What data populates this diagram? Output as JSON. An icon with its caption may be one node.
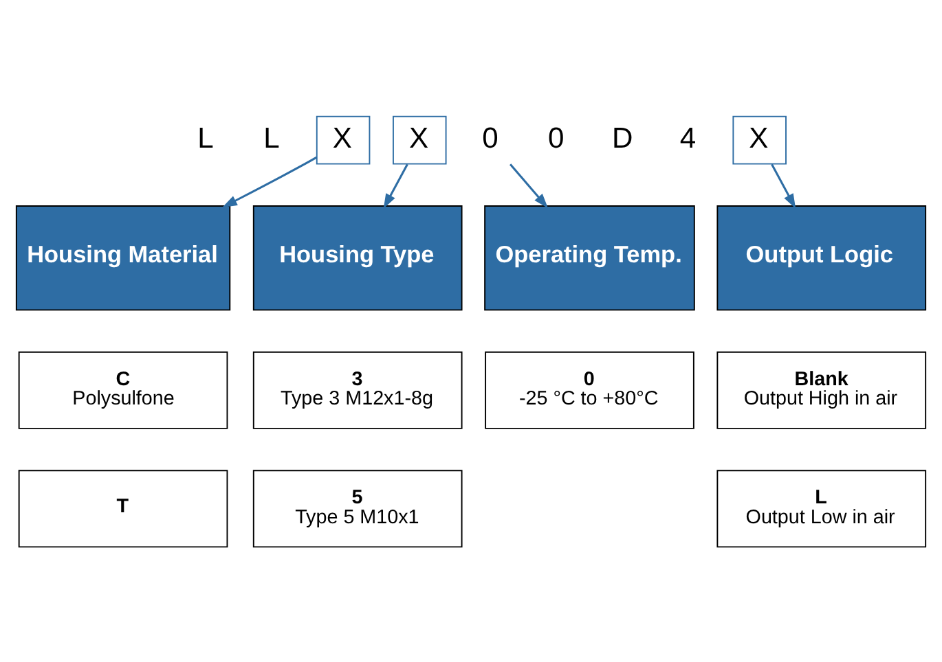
{
  "diagram": {
    "nodes": [
      {
        "text": [
          "X"
        ]
      },
      {
        "text": [
          "X"
        ]
      },
      {
        "text": [
          "0"
        ]
      },
      {
        "text": [
          "X"
        ]
      },
      {
        "text": [
          "Housing Material"
        ]
      },
      {
        "text": [
          "Housing Type"
        ]
      },
      {
        "text": [
          "Operating Temp."
        ]
      },
      {
        "text": [
          "Output Logic"
        ]
      },
      {
        "text": [
          "C",
          "Polysulfone"
        ]
      },
      {
        "text": [
          "T"
        ]
      },
      {
        "text": [
          "3",
          "Type 3 M12x1-8g"
        ]
      },
      {
        "text": [
          "5",
          "Type 5 M10x1"
        ]
      },
      {
        "text": [
          "0",
          "-25 °C to +80°C"
        ]
      },
      {
        "text": [
          "Blank",
          "Output High in air"
        ]
      },
      {
        "text": [
          "L",
          "Output Low in air"
        ]
      }
    ],
    "edges": [
      {
        "from": 0,
        "to": 4,
        "arrow": "to"
      },
      {
        "from": 1,
        "to": 5,
        "arrow": "to"
      },
      {
        "from": 2,
        "to": 6,
        "arrow": "to"
      },
      {
        "from": 3,
        "to": 7,
        "arrow": "to"
      }
    ],
    "labels": [
      "L",
      "L",
      "0",
      "D",
      "4"
    ]
  }
}
